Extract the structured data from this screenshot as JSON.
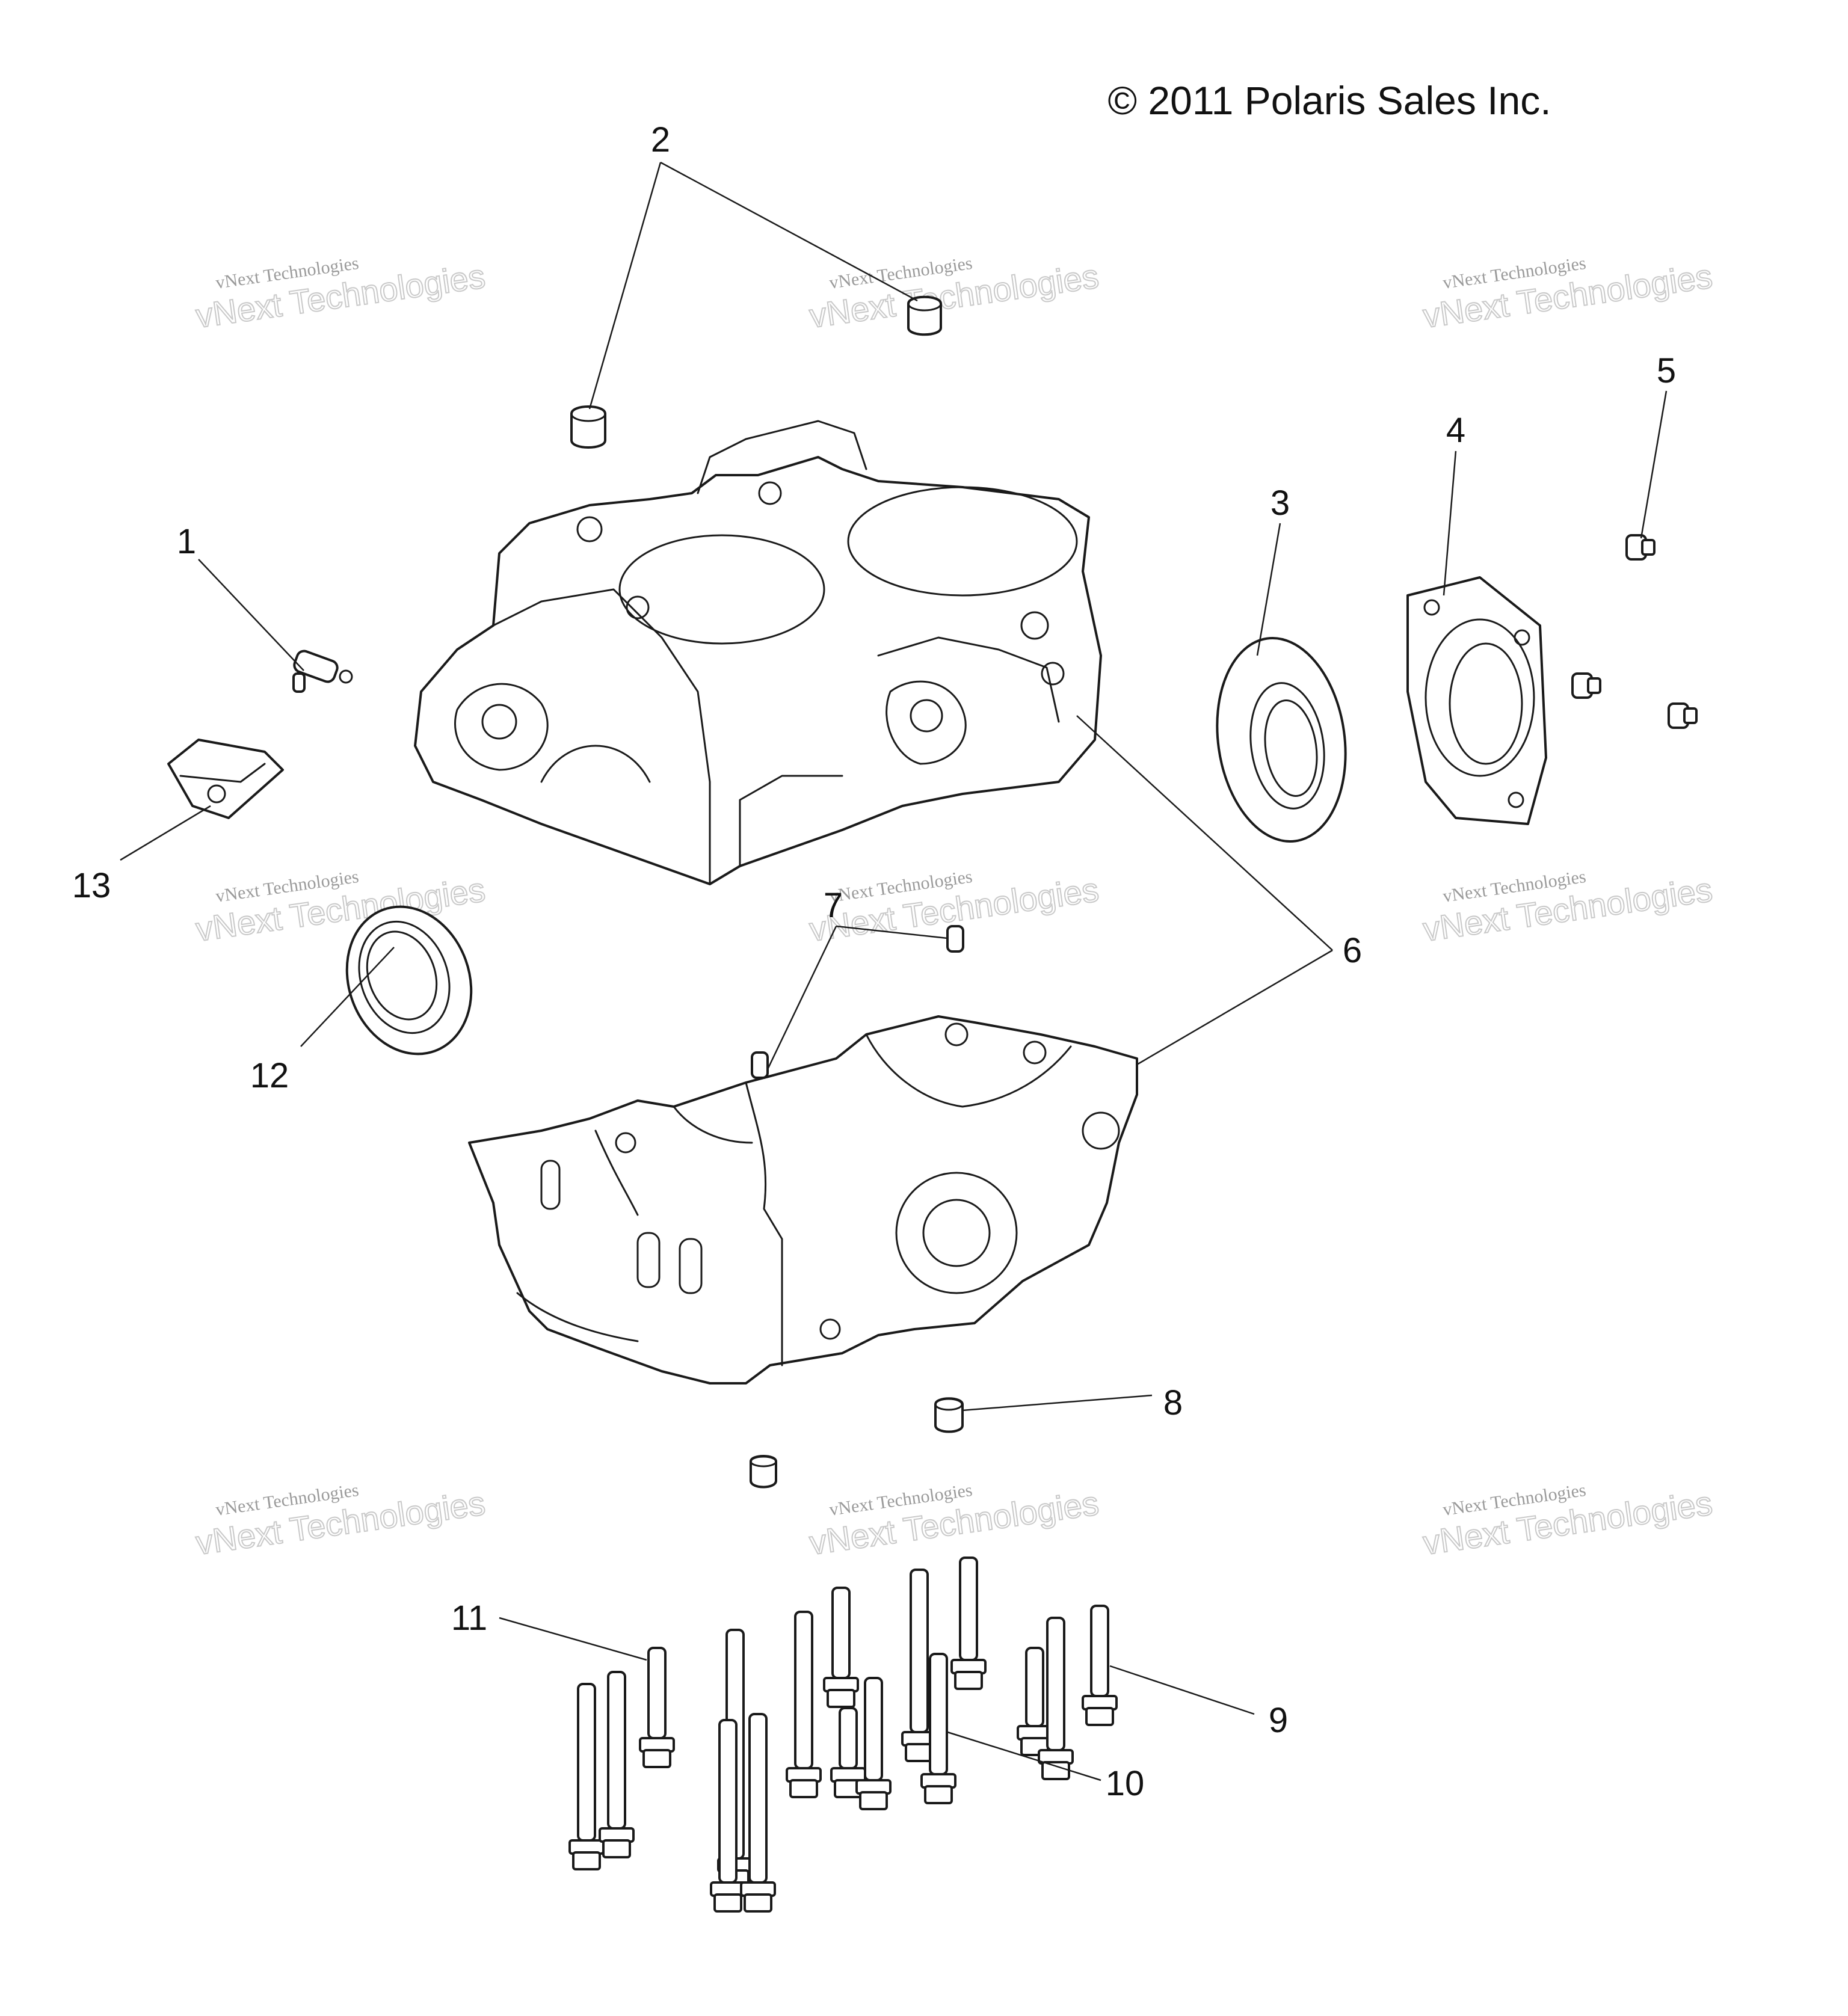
{
  "copyright": "© 2011 Polaris Sales Inc.",
  "watermark": {
    "line1": "vNext Technologies",
    "line2": "vNext Technologies"
  },
  "callouts": {
    "c1": "1",
    "c2": "2",
    "c3": "3",
    "c4": "4",
    "c5": "5",
    "c6": "6",
    "c7": "7",
    "c8": "8",
    "c9": "9",
    "c10": "10",
    "c11": "11",
    "c12": "12",
    "c13": "13"
  }
}
